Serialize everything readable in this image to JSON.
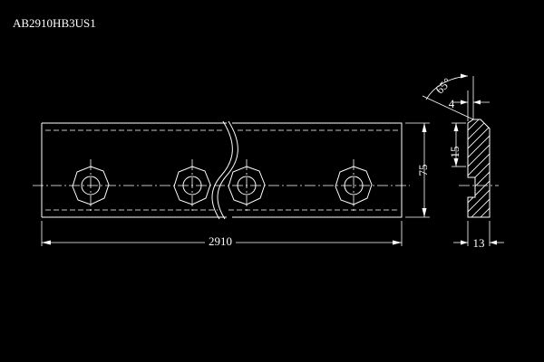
{
  "drawing": {
    "title": "AB2910HB3US1",
    "dimensions": {
      "length": "2910",
      "height": "75",
      "thickness": "13",
      "offset": "15",
      "chamfer_width": "4",
      "angle": "65°"
    },
    "colors": {
      "background": "#000000",
      "lines": "#ffffff"
    }
  }
}
